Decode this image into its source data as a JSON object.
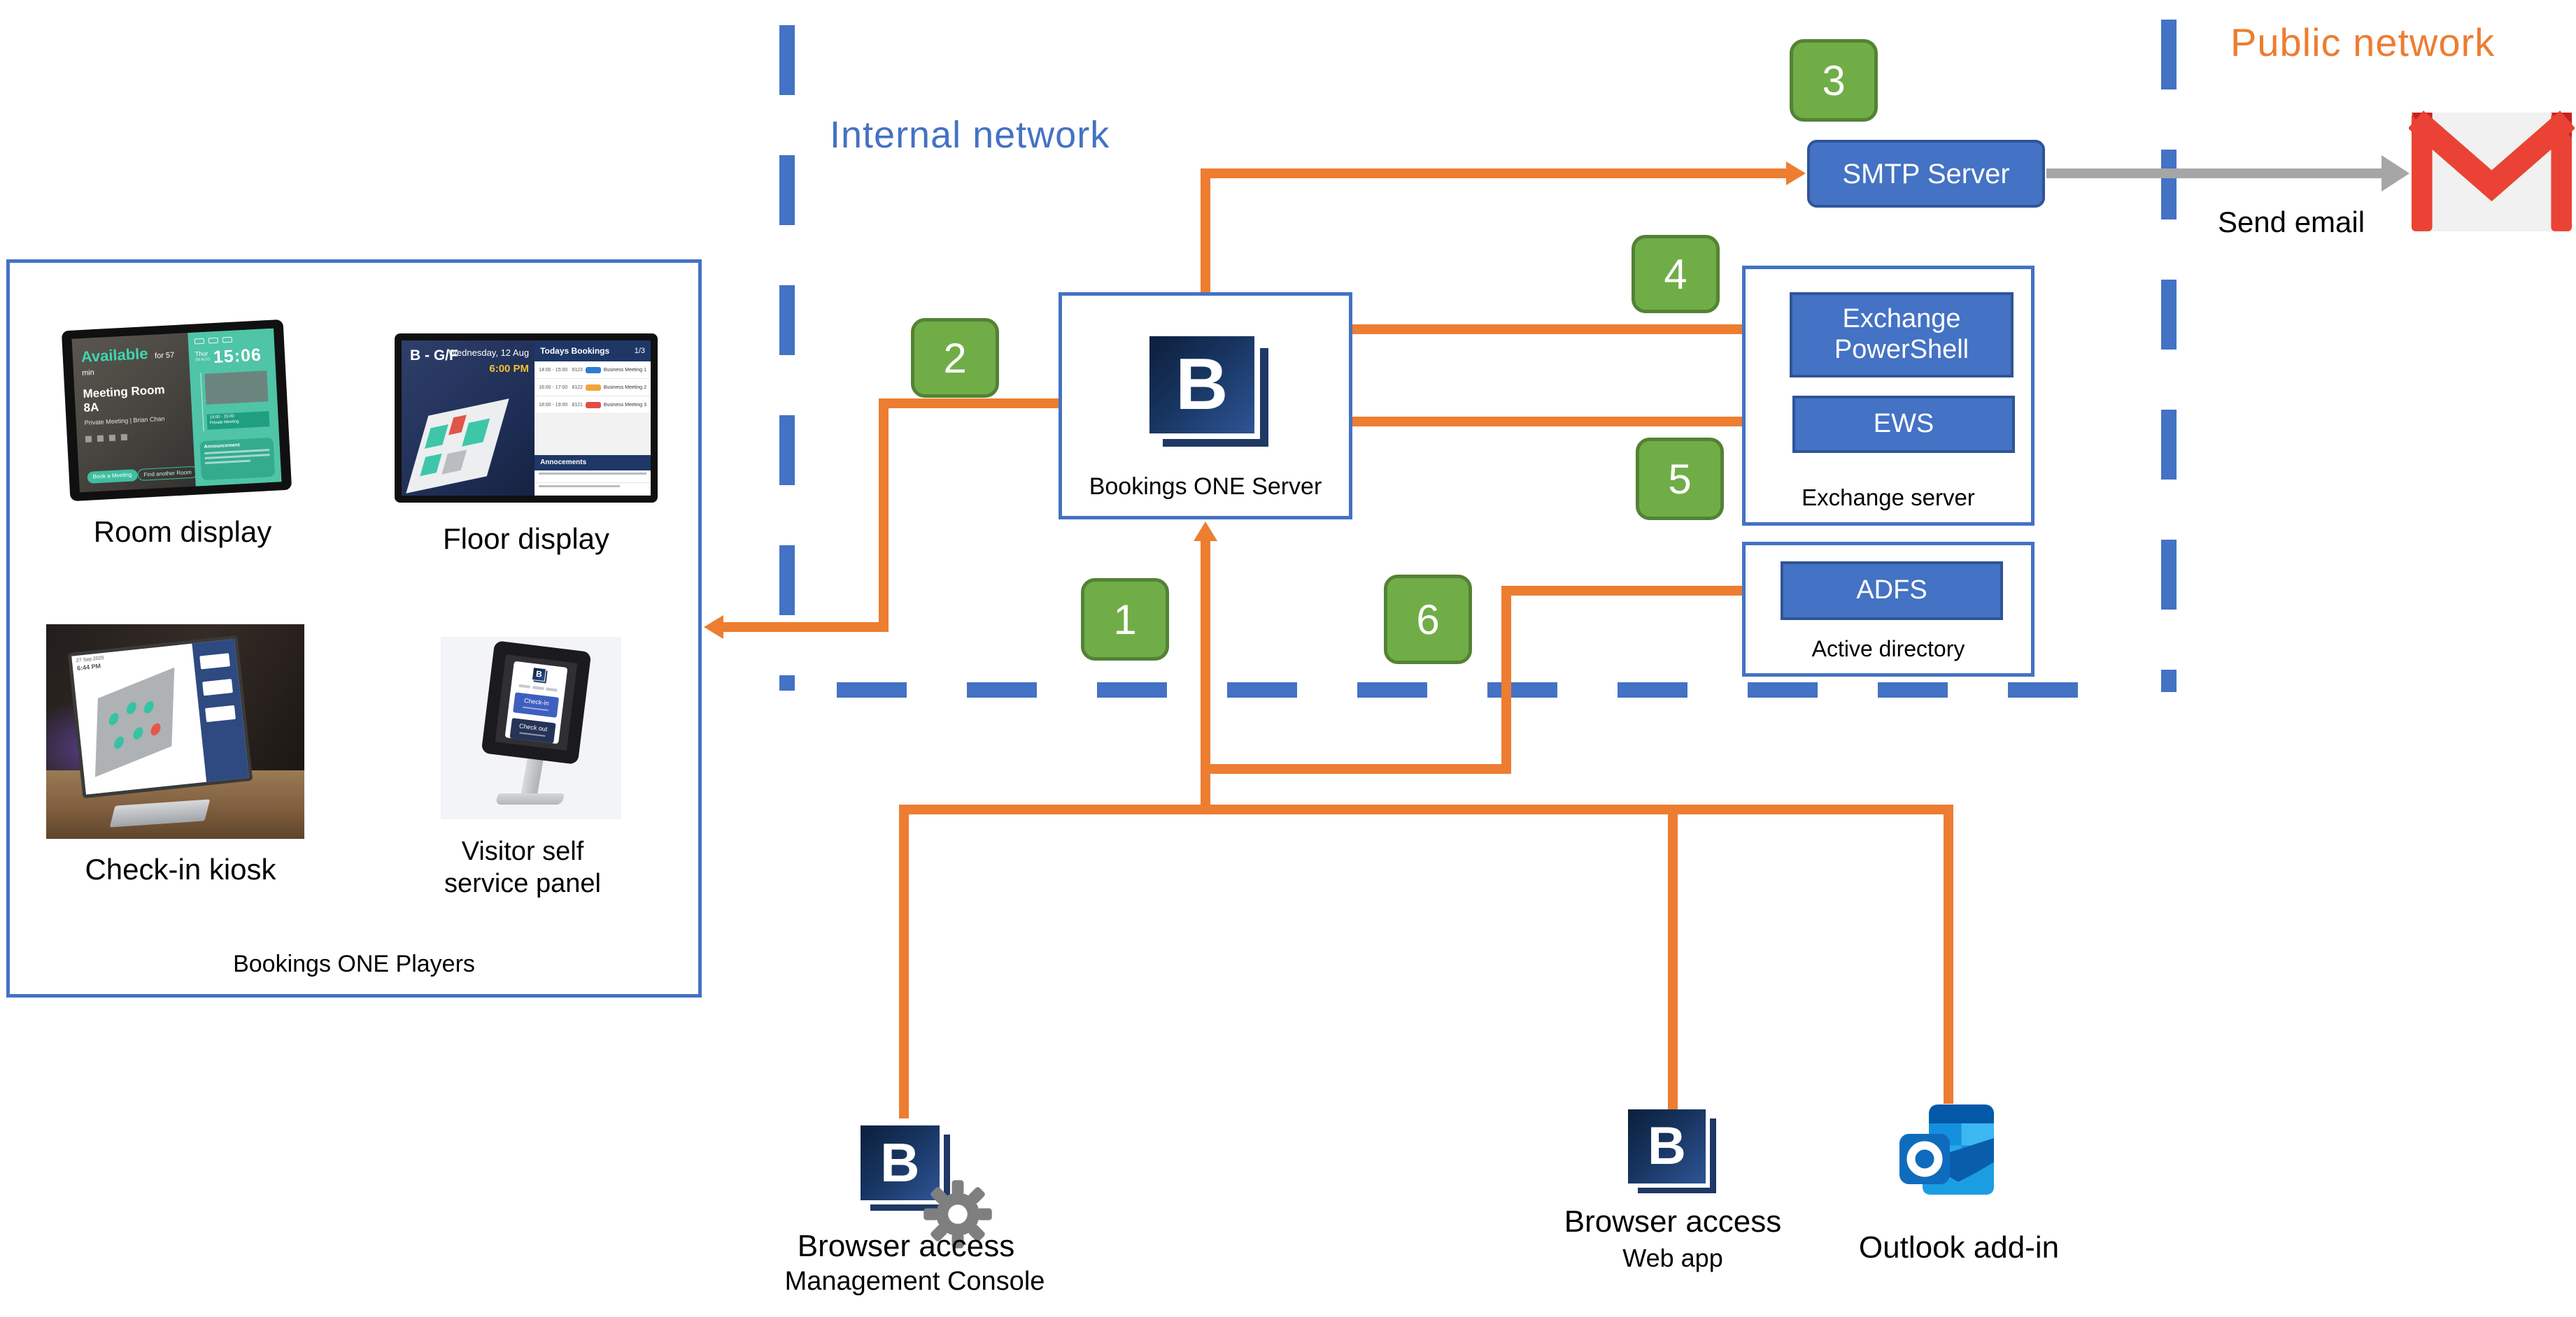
{
  "labels": {
    "internal_network": "Internal network",
    "public_network": "Public network",
    "send_email": "Send email"
  },
  "players": {
    "title": "Bookings ONE Players",
    "room_display": "Room display",
    "floor_display": "Floor display",
    "checkin_kiosk": "Check-in kiosk",
    "visitor_panel_line1": "Visitor self",
    "visitor_panel_line2": "service panel"
  },
  "server": {
    "label": "Bookings ONE Server",
    "logo_letter": "B"
  },
  "nodes": {
    "smtp": "SMTP Server",
    "exchange_powershell": "Exchange PowerShell",
    "ews": "EWS",
    "exchange_server": "Exchange server",
    "adfs": "ADFS",
    "active_directory": "Active directory"
  },
  "badges": {
    "b1": "1",
    "b2": "2",
    "b3": "3",
    "b4": "4",
    "b5": "5",
    "b6": "6"
  },
  "clients": {
    "mgmt_title": "Browser access",
    "mgmt_subtitle": "Management Console",
    "web_title": "Browser access",
    "web_subtitle": "Web app",
    "outlook_title": "Outlook add-in"
  },
  "screens": {
    "room": {
      "status": "Available",
      "duration": "for 57 min",
      "name": "Meeting Room 8A",
      "meta": "Private Meeting  |  Brian Chan",
      "day": "Thur",
      "date": "09 AUG",
      "time": "15:06",
      "slot_time": "14:00 - 15:00",
      "slot_name": "Private Meeting",
      "announcement": "Announcement",
      "btn1": "Book a Meeting",
      "btn2": "Find another Room"
    },
    "floor": {
      "zone": "B - G/F",
      "date": "Wednesday, 12 Aug",
      "time": "6:00 PM",
      "bookings_title": "Todays Bookings",
      "page": "1/3",
      "rows": [
        {
          "time": "14:00 - 15:00",
          "room": "8123",
          "name": "Business Meeting 1"
        },
        {
          "time": "16:00 - 17:00",
          "room": "8122",
          "name": "Business Meeting 2"
        },
        {
          "time": "18:00 - 19:00",
          "room": "8121",
          "name": "Business Meeting 3"
        }
      ],
      "announcements": "Annocements"
    },
    "kiosk": {
      "date": "27 Sep 2020",
      "time": "6:44 PM"
    },
    "visitor": {
      "checkin": "Check-in",
      "checkout": "Check out"
    }
  },
  "colors": {
    "orange": "#ED7D31",
    "blue_fill": "#4472C4",
    "blue_border": "#2F5597",
    "green_fill": "#70AD47",
    "green_border": "#548235",
    "gray_arrow": "#A6A6A6",
    "logo_navy": "#1F3864",
    "gmail_red": "#EA4335",
    "outlook_blue": "#0F6CBD"
  }
}
